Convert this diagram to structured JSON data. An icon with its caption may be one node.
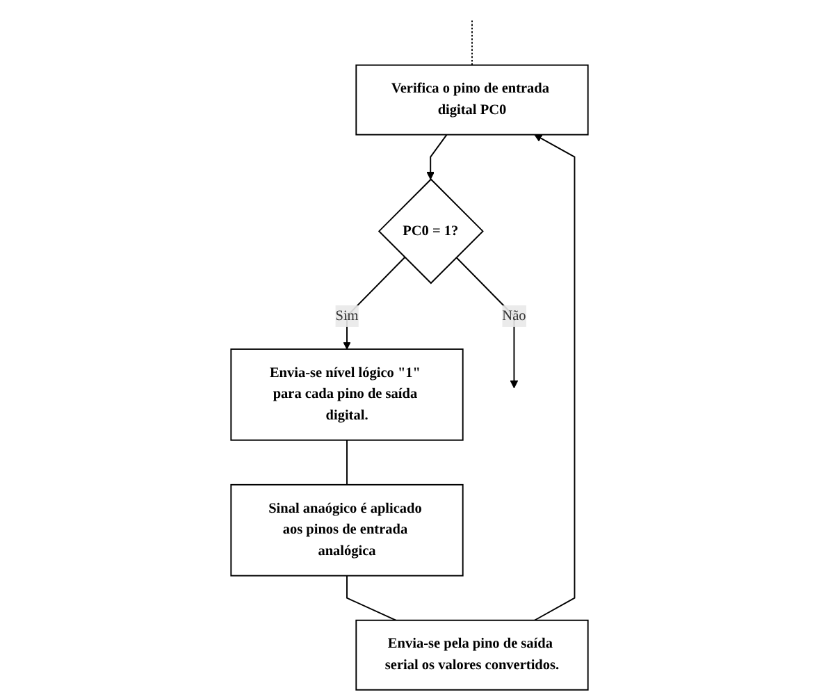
{
  "diagram": {
    "nodes": [
      {
        "text": [
          "Verifica o pino de entrada digital PC0"
        ]
      },
      {
        "text": [
          "PC0 = 1?"
        ]
      },
      {
        "text": [
          "Envia-se nível lógico \"1\" para cada pino de saída digital."
        ]
      },
      {
        "text": [
          "Sinal anaógico é aplicado aos pinos de entrada analógica"
        ]
      },
      {
        "text": [
          "Envia-se pela pino de saída serial os valores convertidos."
        ]
      }
    ],
    "edges": [
      {
        "from": null,
        "to": 0,
        "arrow": "none",
        "style": "dashed"
      },
      {
        "from": 0,
        "to": 1,
        "arrow": "to"
      },
      {
        "from": 1,
        "to": 2,
        "arrow": "to",
        "label": "Sim"
      },
      {
        "from": 1,
        "to": null,
        "arrow": "to",
        "label": "Não"
      },
      {
        "from": 2,
        "to": 3,
        "arrow": "none"
      },
      {
        "from": 3,
        "to": 4,
        "arrow": "none"
      },
      {
        "from": 4,
        "to": 0,
        "arrow": "to"
      }
    ]
  }
}
